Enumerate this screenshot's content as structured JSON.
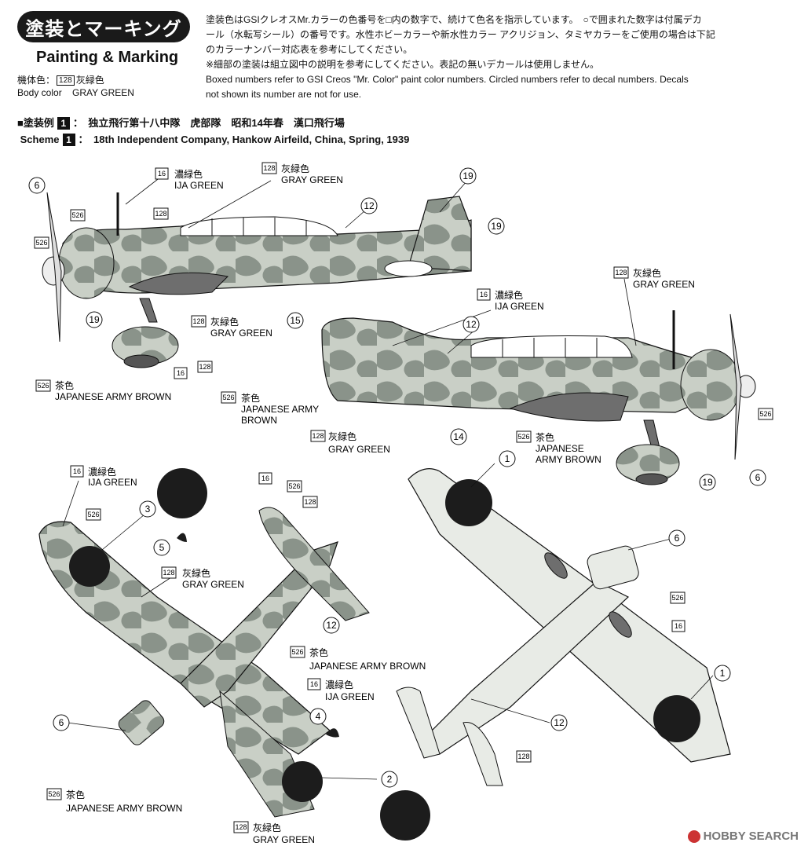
{
  "header": {
    "title_jp": "塗装とマーキング",
    "title_en": "Painting & Marking",
    "body_color_label_jp": "機体色：",
    "body_color_label_en": "Body color",
    "body_color_num": "128",
    "body_color_jp": "灰緑色",
    "body_color_en": "GRAY GREEN"
  },
  "intro": {
    "line1": "塗装色はGSIクレオスMr.カラーの色番号を□内の数字で、続けて色名を指示しています。　○で囲まれた数字は付属デカ",
    "line2": "ール（水転写シール）の番号です。水性ホビーカラーや新水性カラー アクリジョン、タミヤカラーをご使用の場合は下記",
    "line3": "のカラーナンバー対応表を参考にしてください。",
    "line4": "※細部の塗装は組立図中の説明を参考にしてください。表記の無いデカールは使用しません。",
    "line5": "Boxed numbers refer to GSI Creos \"Mr. Color\" paint color numbers. Circled numbers refer to decal numbers. Decals",
    "line6": "not shown its number are not for use."
  },
  "scheme": {
    "prefix_jp": "■塗装例",
    "prefix_en": "Scheme",
    "number": "1",
    "desc_jp": "：　独立飛行第十八中隊　虎部隊　昭和14年春　漢口飛行場",
    "desc_en": "：　18th Independent Company, Hankow Airfeild, China, Spring, 1939"
  },
  "colors": {
    "gray_green": "#c9cfc6",
    "ija_green": "#8a938a",
    "brown": "#6e6e6e",
    "hinomaru": "#1c1c1c",
    "watermark": "#777777"
  },
  "labels": {
    "c16_jp": "濃緑色",
    "c16_en": "IJA GREEN",
    "c128_jp": "灰緑色",
    "c128_en": "GRAY GREEN",
    "c526_jp": "茶色",
    "c526_en": "JAPANESE ARMY BROWN",
    "c526_en_a": "JAPANESE ARMY",
    "c526_en_b": "BROWN",
    "c526_en_c": "JAPANESE",
    "c526_en_d": "ARMY BROWN",
    "n16": "16",
    "n128": "128",
    "n526": "526",
    "d1": "1",
    "d2": "2",
    "d3": "3",
    "d4": "4",
    "d5": "5",
    "d6": "6",
    "d12": "12",
    "d14": "14",
    "d15": "15",
    "d19": "19",
    "dots": "....."
  },
  "watermark": {
    "text": "HOBBY SEARCH"
  }
}
